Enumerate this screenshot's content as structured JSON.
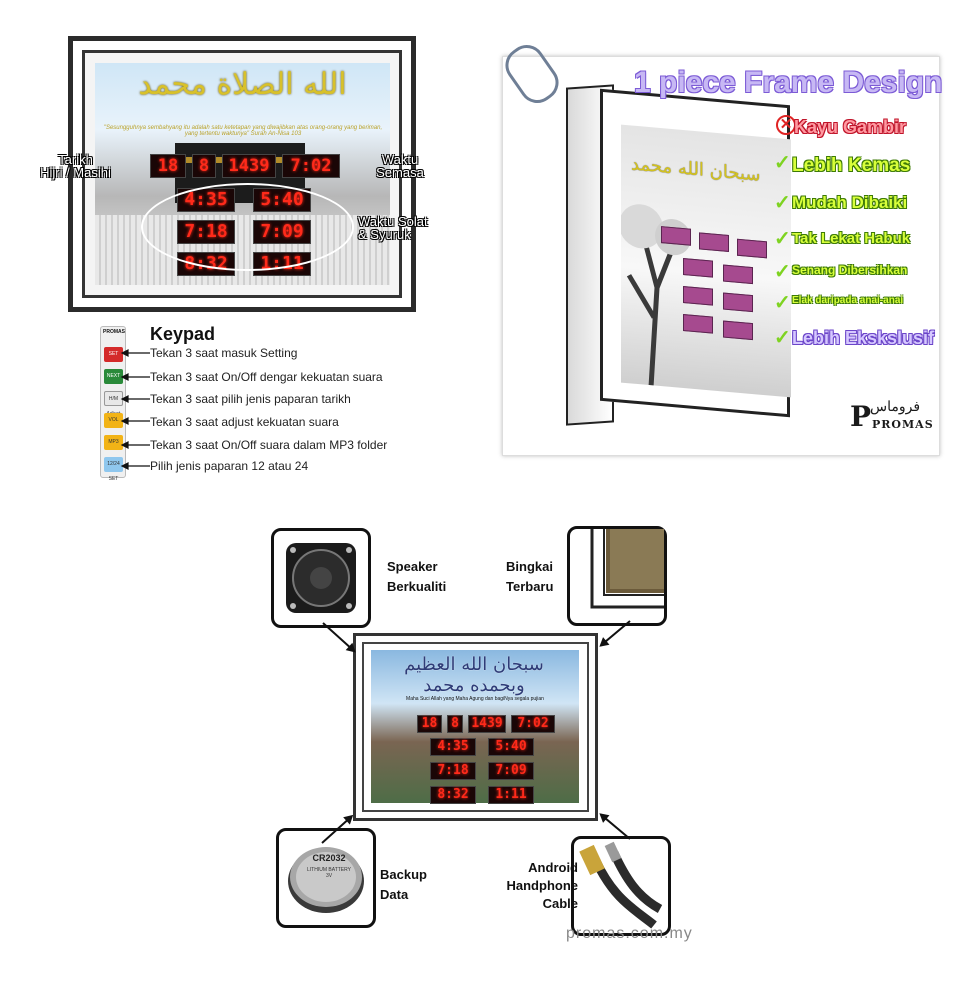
{
  "clock_photo": {
    "calligraphy": "الله الصلاة محمد",
    "verse": "\"Sesungguhnya sembahyang itu adalah satu ketetapan yang diwajibkan atas orang-orang yang beriman, yang tertentu waktunya\" Surah An-Nisa 103",
    "date_display": {
      "day": "18",
      "month": "8",
      "year": "1439",
      "time": "7:02"
    },
    "prayer_times": [
      "4:35",
      "5:40",
      "7:18",
      "7:09",
      "8:32",
      "1:11"
    ],
    "labels": {
      "date": "Tarikh\nHijri / Masihi",
      "current_time": "Waktu\nSemasa",
      "prayer": "Waktu Solat\n& Syuruk"
    }
  },
  "keypad": {
    "title": "Keypad",
    "strip_brand": "PROMAS",
    "buttons": [
      {
        "key": "SET",
        "color": "#d42a2a",
        "text": "Tekan 3 saat masuk Setting"
      },
      {
        "key": "NEXT",
        "color": "#2a8a3a",
        "text": "Tekan 3 saat On/Off dengar kekuatan suara"
      },
      {
        "key": "H/M Adjust",
        "color": "#e8e8e8",
        "text": "Tekan 3 saat pilih jenis paparan tarikh"
      },
      {
        "key": "VOL",
        "color": "#f2b316",
        "text": "Tekan 3 saat adjust kekuatan suara"
      },
      {
        "key": "MP3",
        "color": "#f2b316",
        "text": "Tekan 3 saat On/Off suara dalam MP3 folder"
      },
      {
        "key": "12/24 SET",
        "color": "#8fc7ee",
        "text": "Pilih jenis paparan 12 atau 24"
      }
    ]
  },
  "frame_design": {
    "title": "1 piece Frame Design",
    "rejected": "Kayu Gambir",
    "features": [
      "Lebih Kemas",
      "Mudah Dibaiki",
      "Tak Lekat Habuk",
      "Senang Dibersihkan",
      "Elak daripada anai-anai",
      "Lebih Ekskslusif"
    ],
    "brand": "PROMAS",
    "brand_arabic": "فروماس",
    "screen_calligraphy": "سبحان الله محمد"
  },
  "accessories": {
    "screen_calligraphy": "سبحان الله العظيم وبحمده محمد",
    "screen_caption": "Maha Suci Allah yang Maha Agung dan bagiNya segala pujian",
    "date_display": {
      "day": "18",
      "month": "8",
      "year": "1439",
      "time": "7:02"
    },
    "prayer_times": [
      "4:35",
      "5:40",
      "7:18",
      "7:09",
      "8:32",
      "1:11"
    ],
    "items": {
      "speaker": "Speaker\nBerkualiti",
      "frame": "Bingkai\nTerbaru",
      "backup": "Backup\nData",
      "cable": "Android\nHandphone\nCable"
    },
    "battery_label": "CR2032",
    "battery_sub": "LITHIUM BATTERY\n3V",
    "website": "promas.com.my"
  }
}
